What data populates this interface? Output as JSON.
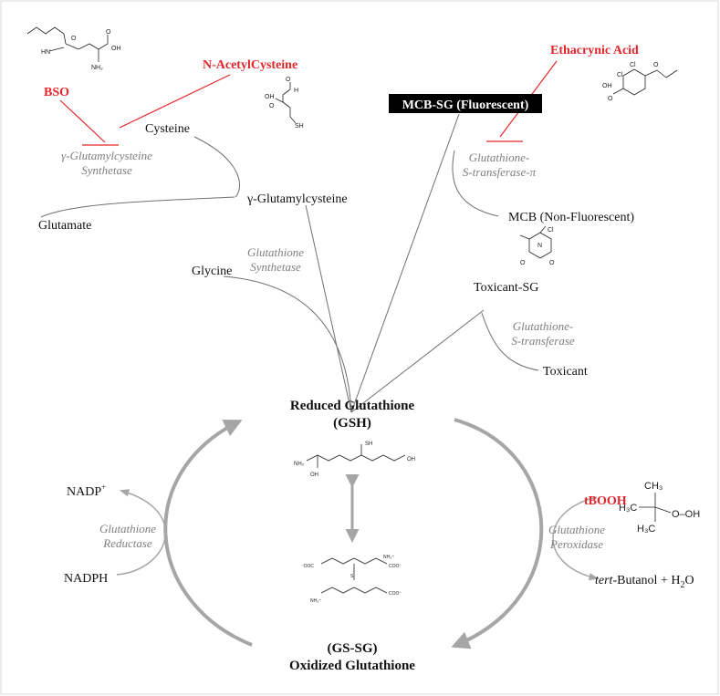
{
  "colors": {
    "inhibitor": "#e3262b",
    "enzyme": "#7f7f7f",
    "arrow": "#a6a6a6",
    "text": "#111111",
    "badge_bg": "#000000",
    "badge_fg": "#ffffff"
  },
  "inhibitors": {
    "bso": "BSO",
    "nac": "N-AcetylCysteine",
    "ethacrynic": "Ethacrynic Acid",
    "tbooh": "tBOOH"
  },
  "badge": {
    "mcb_sg": "MCB-SG (Fluorescent)"
  },
  "enzymes": {
    "gcs_line1": "γ-Glutamylcysteine",
    "gcs_line2": "Synthetase",
    "gs_line1": "Glutathione",
    "gs_line2": "Synthetase",
    "gstpi_line1": "Glutathione-",
    "gstpi_line2": "S-transferase-π",
    "gst_line1": "Glutathione-",
    "gst_line2": "S-transferase",
    "gr_line1": "Glutathione",
    "gr_line2": "Reductase",
    "gpx_line1": "Glutathione",
    "gpx_line2": "Peroxidase"
  },
  "metabolites": {
    "cysteine": "Cysteine",
    "glutamate": "Glutamate",
    "gamma_glutamylcysteine": "γ-Glutamylcysteine",
    "glycine": "Glycine",
    "mcb": "MCB (Non-Fluorescent)",
    "toxicant_sg": "Toxicant-SG",
    "toxicant": "Toxicant",
    "gsh_line1": "Reduced Glutathione",
    "gsh_line2": "(GSH)",
    "gssg_line1": "(GS-SG)",
    "gssg_line2": "Oxidized Glutathione",
    "nadp": "NADP",
    "nadp_sup": "+",
    "nadph": "NADPH",
    "product_italic": "tert",
    "product_rest": "-Butanol + H",
    "product_sub": "2",
    "product_end": "O"
  },
  "structure_labels": {
    "hn": "HN",
    "nh2": "NH₂",
    "oh": "OH",
    "o": "O",
    "sh": "SH",
    "h": "H",
    "n": "N",
    "cl": "Cl",
    "ch3": "CH₃",
    "h3c": "H₃C",
    "ooh": "O–OH",
    "nh3": "NH₃⁺",
    "coo": "⁻OOC",
    "coo2": "COO⁻",
    "s": "S"
  }
}
